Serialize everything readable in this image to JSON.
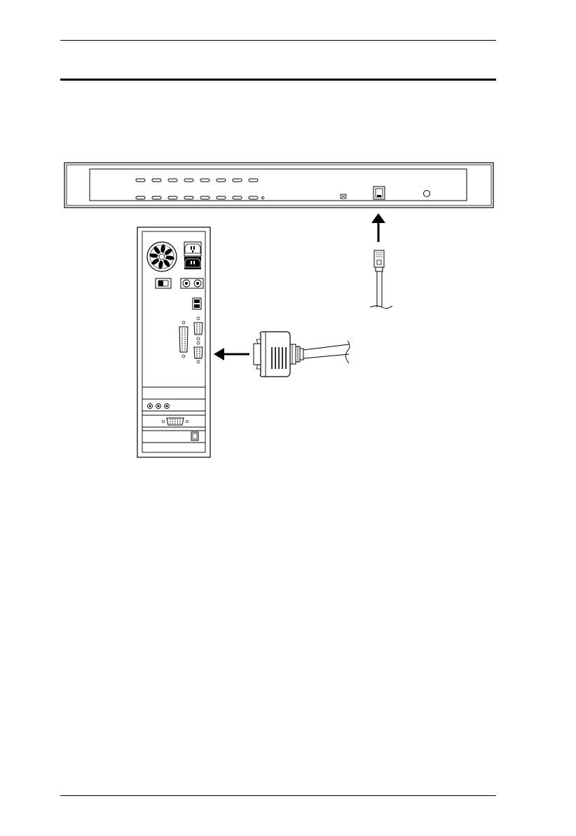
{
  "page": {
    "header_rule": true,
    "section_rule": true,
    "footer_rule": true
  },
  "figure": {
    "type": "connection-diagram",
    "devices": [
      {
        "name": "switch-rear-panel",
        "icon": "rack-switch-rear-icon"
      },
      {
        "name": "computer-rear",
        "icon": "tower-pc-rear-icon"
      }
    ],
    "cables": [
      {
        "name": "rj45-cable",
        "icon": "rj45-plug-icon",
        "direction": "up"
      },
      {
        "name": "db9-cable",
        "icon": "serial-connector-icon",
        "direction": "left"
      }
    ],
    "stroke_color": "#000000",
    "background_color": "#ffffff"
  }
}
